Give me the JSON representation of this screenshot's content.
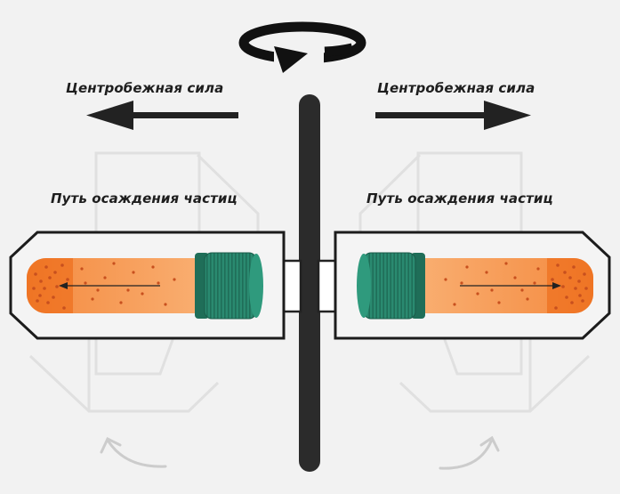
{
  "labels": {
    "centrifugal_force_left": "Центробежная сила",
    "centrifugal_force_right": "Центробежная сила",
    "particle_path_left": "Путь осаждения частиц",
    "particle_path_right": "Путь осаждения частиц"
  },
  "icons": {
    "top": "rotation-arrow-icon",
    "bottom_left": "curved-arrow-icon",
    "bottom_right": "curved-arrow-icon"
  },
  "colors": {
    "background": "#f2f2f2",
    "shaft": "#2b2b2b",
    "tube_fill": "#f7a35c",
    "sediment": "#f07828",
    "particles": "#c8501e",
    "cap": "#2a8a70",
    "cap_dark": "#1f6e58",
    "arrow": "#222222"
  }
}
